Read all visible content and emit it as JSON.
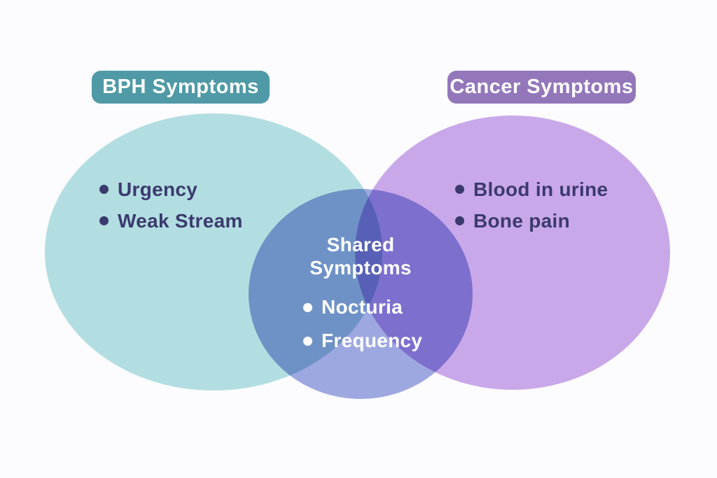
{
  "venn": {
    "background_color": "#fcfbfd",
    "item_text_color": "#3b3a6d",
    "left": {
      "badge_label": "BPH Symptoms",
      "badge_color": "#4f9aa6",
      "ellipse_color": "#b2dee2",
      "items": [
        "Urgency",
        "Weak Stream"
      ]
    },
    "right": {
      "badge_label": "Cancer Symptoms",
      "badge_color": "#9377ba",
      "ellipse_color": "#c9a8ea",
      "items": [
        "Blood in urine",
        "Bone pain"
      ]
    },
    "center": {
      "heading_line1": "Shared",
      "heading_line2": "Symptoms",
      "circle_color": "#9ea8e0",
      "text_color": "#ffffff",
      "items": [
        "Nocturia",
        "Frequency"
      ]
    }
  }
}
